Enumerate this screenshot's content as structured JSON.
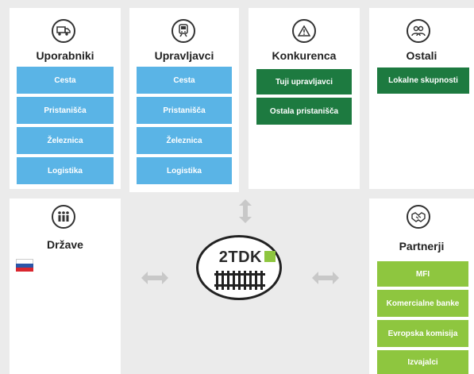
{
  "top_row": [
    {
      "title": "Uporabniki",
      "icon": "truck-icon",
      "items": [
        "Cesta",
        "Pristanišča",
        "Železnica",
        "Logistika"
      ]
    },
    {
      "title": "Upravljavci",
      "icon": "train-icon",
      "items": [
        "Cesta",
        "Pristanišča",
        "Železnica",
        "Logistika"
      ]
    },
    {
      "title": "Konkurenca",
      "icon": "warning-icon",
      "items": [
        "Tuji upravljavci",
        "Ostala pristanišča"
      ]
    },
    {
      "title": "Ostali",
      "icon": "people-icon",
      "items": [
        "Lokalne skupnosti"
      ]
    }
  ],
  "drzave": {
    "title": "Države",
    "icon": "group-icon",
    "flag": "slovenia-flag-icon"
  },
  "center": {
    "logo_text": "2TDK",
    "icon": "railway-track-icon"
  },
  "partnerji": {
    "title": "Partnerji",
    "icon": "handshake-icon",
    "items": [
      "MFI",
      "Komercialne banke",
      "Evropska komisija",
      "Izvajalci"
    ]
  },
  "colors": {
    "blue": "#5ab4e6",
    "dark_green": "#1d7a40",
    "light_green": "#8ec63f",
    "arrow": "#c8c8c8"
  }
}
